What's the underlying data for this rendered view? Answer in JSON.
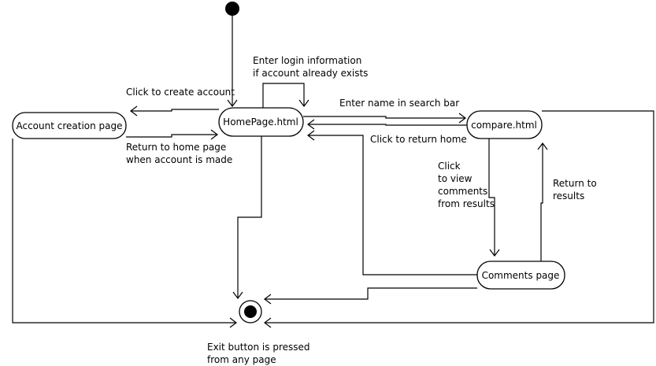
{
  "states": {
    "account_creation": "Account creation page",
    "homepage": "HomePage.html",
    "compare": "compare.html",
    "comments": "Comments page"
  },
  "transitions": {
    "create_account": [
      "Click to create account"
    ],
    "return_home_page": [
      "Return to home page",
      "when account is made"
    ],
    "login": [
      "Enter login information",
      "if account already exists"
    ],
    "search": [
      "Enter name in search bar"
    ],
    "return_home": [
      "Click to return home"
    ],
    "view_comments": [
      "Click",
      "to view",
      "comments",
      "from results"
    ],
    "return_results": [
      "Return to",
      "results"
    ],
    "exit": [
      "Exit button is pressed",
      "from any page"
    ]
  },
  "colors": {
    "stroke": "#000000",
    "background": "#ffffff"
  }
}
